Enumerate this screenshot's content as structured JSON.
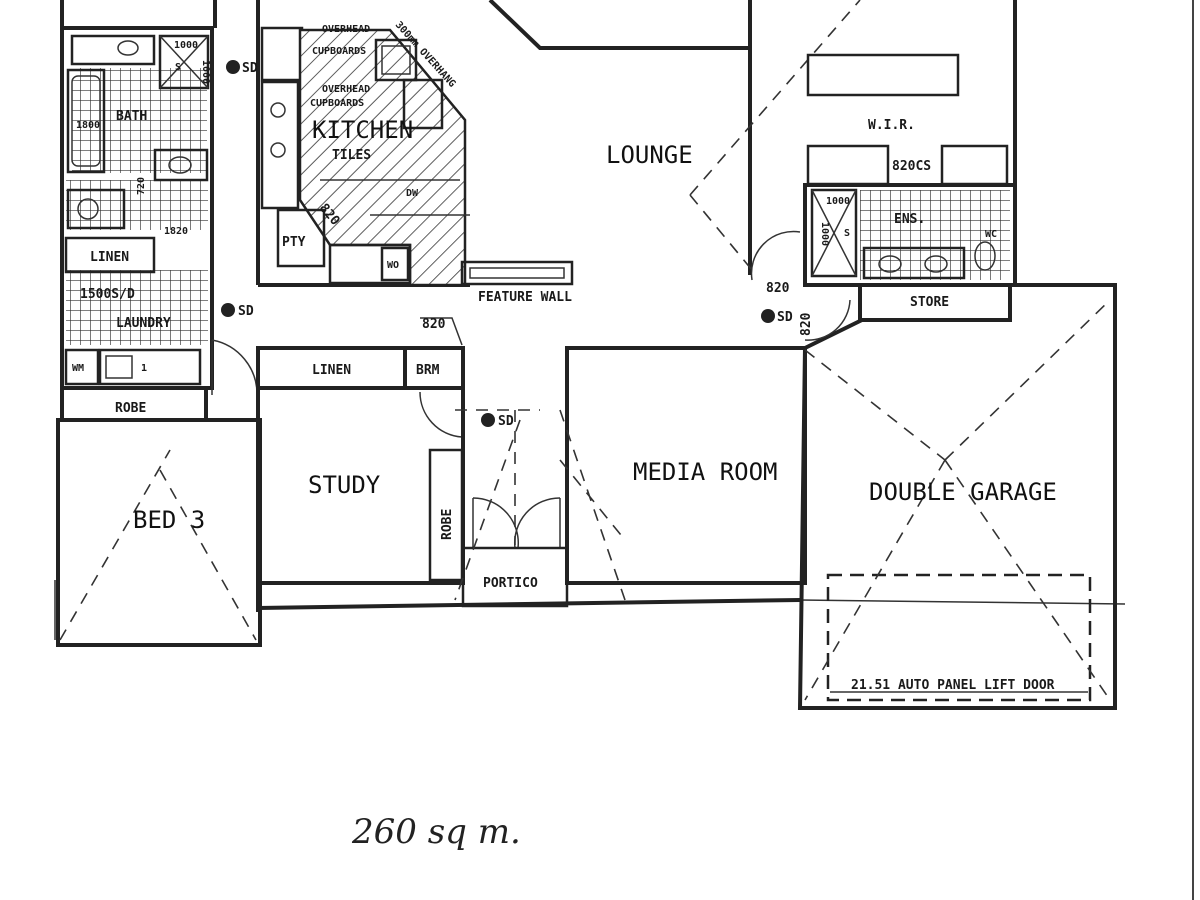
{
  "rooms": {
    "lounge": "LOUNGE",
    "wir": "W.I.R.",
    "kitchen": "KITCHEN",
    "kitchen_tiles": "TILES",
    "pantry": "PTY",
    "bath": "BATH",
    "linen_bath": "LINEN",
    "laundry": "LAUNDRY",
    "robe_bed3": "ROBE",
    "bed3": "BED 3",
    "linen_hall": "LINEN",
    "broom": "BRM",
    "study": "STUDY",
    "robe_study": "ROBE",
    "media": "MEDIA ROOM",
    "portico": "PORTICO",
    "ensuite": "ENS.",
    "store": "STORE",
    "garage": "DOUBLE GARAGE"
  },
  "annotations": {
    "overhead_1": "OVERHEAD",
    "cupboards_1": "CUPBOARDS",
    "overhead_2": "OVERHEAD",
    "cupboards_2": "CUPBOARDS",
    "overhang": "300mm OVERHANG",
    "feature_wall": "FEATURE WALL",
    "garage_door": "21.51 AUTO PANEL LIFT DOOR",
    "laundry_sd": "1500S/D",
    "wm": "WM",
    "tub": "1",
    "cs": "820CS",
    "wc": "WC",
    "dw": "DW",
    "wo": "WO",
    "sd_1": "SD",
    "sd_2": "SD",
    "sd_3": "SD",
    "sd_4": "SD",
    "bath_1800": "1800",
    "bath_1000": "1000",
    "bath_1000b": "1000",
    "ens_1000": "1000",
    "ens_1000b": "1000",
    "s_bath": "S",
    "s_ens": "S",
    "dim_720": "720",
    "dim_1820": "1820",
    "door_820_kitchen": "820",
    "door_820_hall": "820",
    "door_820_ens": "820",
    "door_820_garage": "820"
  },
  "area_note": "260 sq m."
}
